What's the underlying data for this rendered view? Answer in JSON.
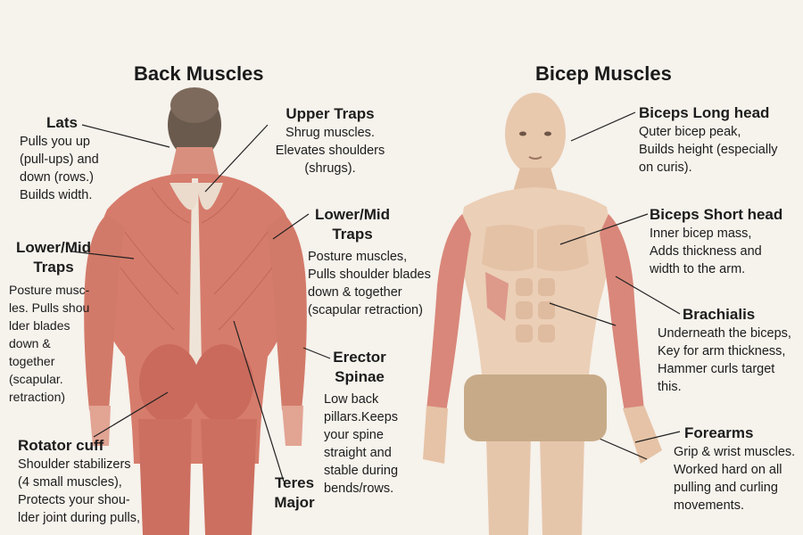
{
  "titles": {
    "back": "Back Muscles",
    "bicep": "Bicep Muscles"
  },
  "back": {
    "lats": {
      "heading": "Lats",
      "desc": "Pulls you up\n(pull-ups) and\ndown (rows.)\nBuilds width."
    },
    "upper_traps": {
      "heading": "Upper Traps",
      "desc": "Shrug muscles.\nElevates shoulders\n(shrugs)."
    },
    "lower_mid_traps_right": {
      "heading": "Lower/Mid\nTraps",
      "desc": "Posture muscles,\nPulls shoulder blades\ndown & together\n(scapular retraction)"
    },
    "lower_mid_traps_left": {
      "heading": "Lower/Mid\nTraps",
      "desc": "Posture musc-\nles. Pulls shou\nlder blades\ndown &\ntogether\n(scapular.\nretraction)"
    },
    "erector_spinae": {
      "heading": "Erector\nSpinae",
      "desc": "Low back\npillars.Keeps\nyour spine\nstraight and\nstable during\nbends/rows."
    },
    "rotator_cuff": {
      "heading": "Rotator cuff",
      "desc": "Shoulder stabilizers\n(4 small muscles),\nProtects your shou-\nlder joint during pulls,"
    },
    "teres_major": {
      "heading": "Teres\nMajor"
    }
  },
  "bicep": {
    "long_head": {
      "heading": "Biceps Long head",
      "desc": "Quter bicep peak,\nBuilds height (especially\non curis)."
    },
    "short_head": {
      "heading": "Biceps Short head",
      "desc": "Inner bicep mass,\nAdds thickness and\nwidth to the arm."
    },
    "brachialis": {
      "heading": "Brachialis",
      "desc": "Underneath the biceps,\nKey for arm thickness,\nHammer curls target\nthis."
    },
    "forearms": {
      "heading": "Forearms",
      "desc": "Grip & wrist muscles.\nWorked hard on all\npulling and curling\nmovements."
    }
  }
}
